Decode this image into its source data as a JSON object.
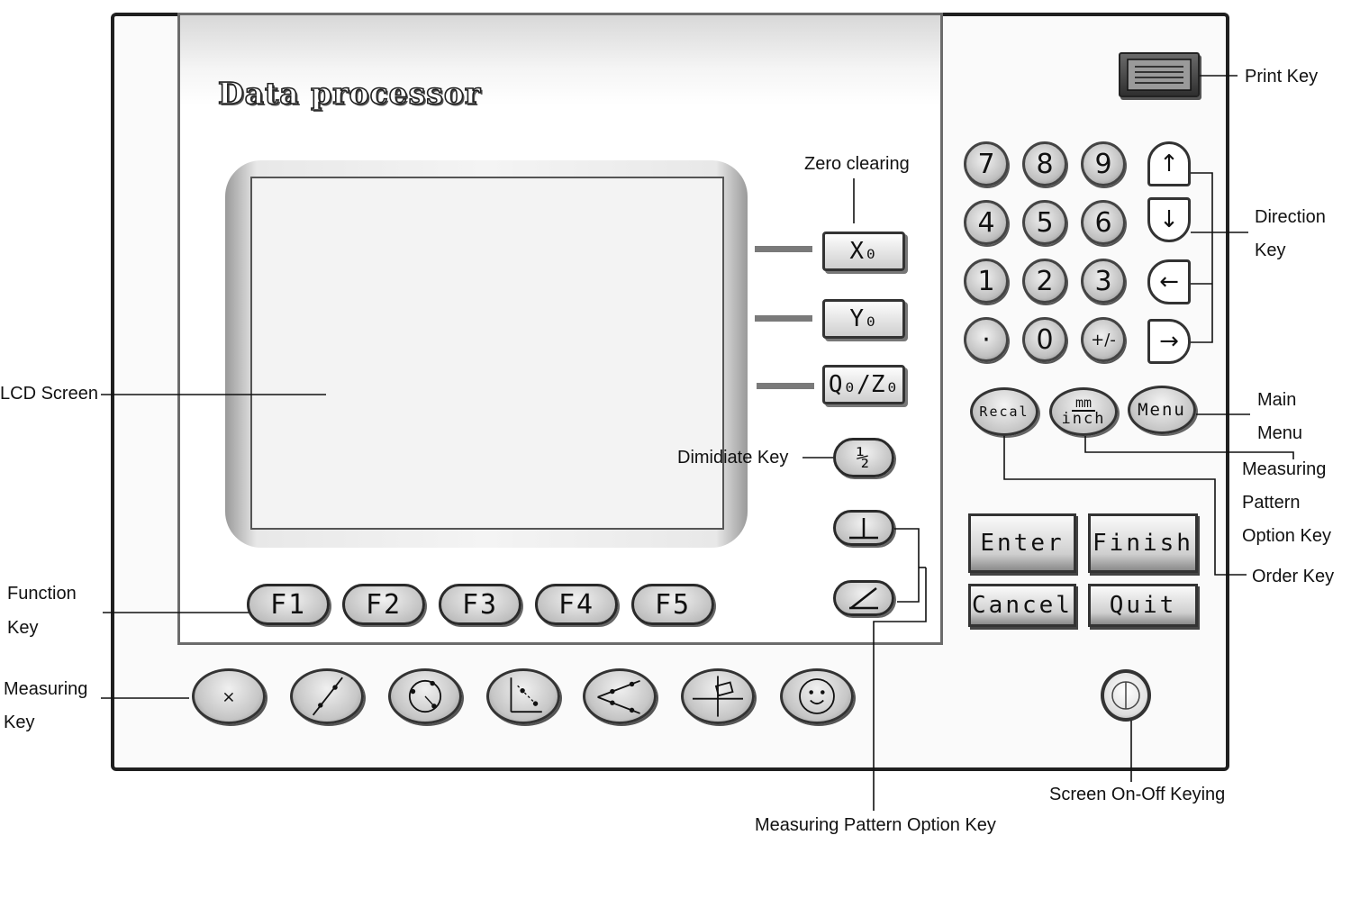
{
  "title": "Data processor",
  "labels": {
    "lcd_screen": "LCD Screen",
    "zero_clearing": "Zero clearing",
    "dimidiate_key": "Dimidiate Key",
    "function_key_1": "Function",
    "function_key_2": "Key",
    "measuring_key_1": "Measuring",
    "measuring_key_2": "Key",
    "print_key": "Print Key",
    "direction_key_1": "Direction",
    "direction_key_2": "Key",
    "main_menu_1": "Main",
    "main_menu_2": "Menu",
    "mpok_right_1": "Measuring",
    "mpok_right_2": "Pattern",
    "mpok_right_3": "Option Key",
    "order_key": "Order Key",
    "screen_on_off": "Screen On-Off Keying",
    "mpok_bottom": "Measuring Pattern Option Key"
  },
  "axis_keys": {
    "x0": "X₀",
    "y0": "Y₀",
    "qz0": "Q₀/Z₀"
  },
  "half_key": "½",
  "function_keys": [
    "F1",
    "F2",
    "F3",
    "F4",
    "F5"
  ],
  "numpad": [
    "7",
    "8",
    "9",
    "4",
    "5",
    "6",
    "1",
    "2",
    "3",
    "·",
    "0",
    "+/-"
  ],
  "direction_keys": [
    "↑",
    "↓",
    "←",
    "→"
  ],
  "recal": "Recal",
  "mm_inch_top": "mm",
  "mm_inch_bottom": "inch",
  "menu": "Menu",
  "enter": "Enter",
  "finish": "Finish",
  "cancel": "Cancel",
  "quit": "Quit",
  "measuring_keys": [
    "point",
    "line",
    "circle",
    "distance",
    "angle",
    "reference",
    "smiley"
  ]
}
